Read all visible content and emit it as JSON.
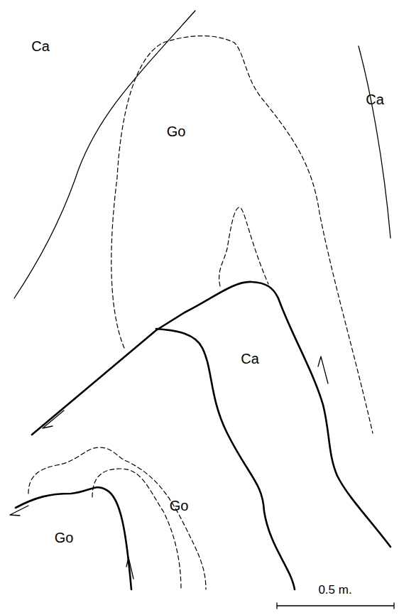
{
  "diagram": {
    "labels": [
      "Ca",
      "Go",
      "Ca",
      "Ca",
      "Go",
      "Go",
      "0.5 m."
    ]
  }
}
